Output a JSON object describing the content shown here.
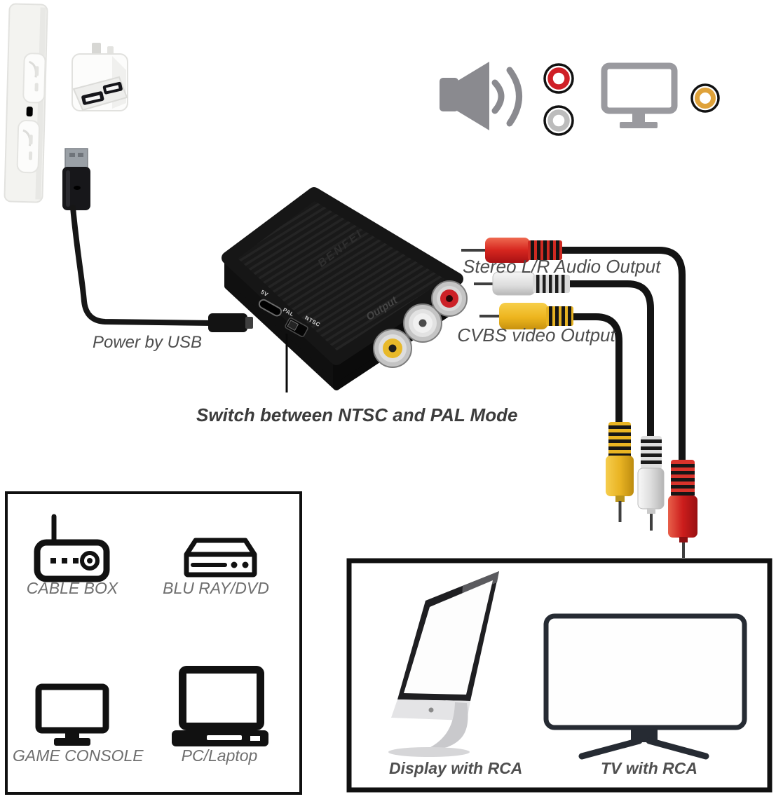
{
  "diagram": {
    "power_label": "Power by USB",
    "switch_label": "Switch between NTSC and PAL Mode",
    "outputs": {
      "stereo_label": "Stereo L/R Audio Output",
      "cvbs_label": "CVBS video Output"
    },
    "converter": {
      "brand": "BENFEI",
      "emboss": "Output",
      "ports": {
        "power": "5V",
        "pal": "PAL",
        "ntsc": "NTSC"
      }
    },
    "input_devices": {
      "items": [
        {
          "label": "CABLE BOX",
          "icon": "cable-box-icon"
        },
        {
          "label": "BLU RAY/DVD",
          "icon": "disc-player-icon"
        },
        {
          "label": "GAME CONSOLE",
          "icon": "monitor-icon"
        },
        {
          "label": "PC/Laptop",
          "icon": "laptop-icon"
        }
      ]
    },
    "output_devices": {
      "items": [
        {
          "label": "Display with RCA",
          "icon": "imac-display-icon"
        },
        {
          "label": "TV with RCA",
          "icon": "tv-icon"
        }
      ]
    },
    "colors": {
      "rca_red": "#c8201f",
      "rca_white": "#e9e9e9",
      "rca_yellow": "#e8b92a",
      "cable_black": "#141414",
      "icon_gray": "#8a8a8f",
      "tv_dark": "#262b33",
      "label_gray": "#4d4d4d"
    }
  }
}
